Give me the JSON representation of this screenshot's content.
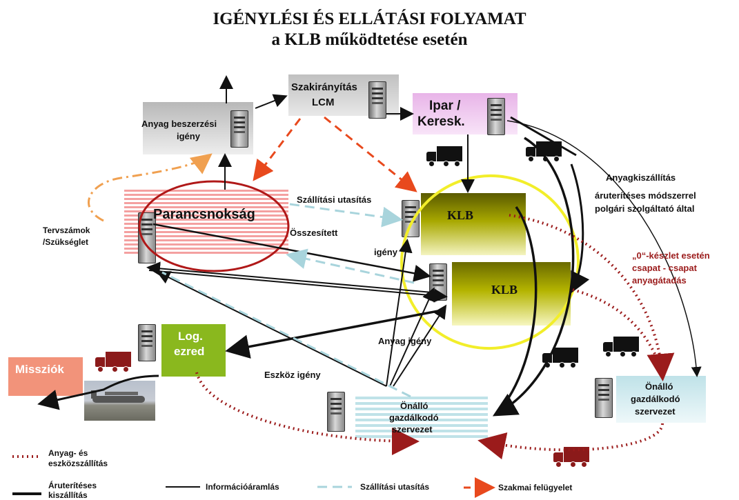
{
  "title": {
    "line1": "IGÉNYLÉSI ÉS ELLÁTÁSI FOLYAMAT",
    "line2": "a KLB működtetése esetén"
  },
  "nodes": {
    "szakiranyitas": {
      "line1": "Szakirányítás",
      "line2": "LCM"
    },
    "anyag_beszerzesi": {
      "line1": "Anyag beszerzési",
      "line2": "igény"
    },
    "ipar": {
      "line1": "Ipar /",
      "line2": "Keresk."
    },
    "parancsnoksag": "Parancsnokság",
    "klb1": "KLB",
    "klb2": "KLB",
    "log_ezred": {
      "line1": "Log.",
      "line2": "ezred"
    },
    "missziok": "Missziók",
    "onallo_center": {
      "line1": "Önálló",
      "line2": "gazdálkodó",
      "line3": "szervezet"
    },
    "onallo_right": {
      "line1": "Önálló",
      "line2": "gazdálkodó",
      "line3": "szervezet"
    }
  },
  "labels": {
    "tervszamok": {
      "line1": "Tervszámok",
      "line2": "/Szükséglet"
    },
    "szallitasi_utasitas": "Szállítási  utasítás",
    "osszesitett": "Összesített",
    "igeny": "igény",
    "anyag_igeny": "Anyag  igény",
    "eszkoz_igeny": "Eszköz  igény",
    "anyagkiszallitas": "Anyagkiszállítás",
    "aruteriteses": {
      "line1": "áruterítéses  módszerrel",
      "line2": "polgári  szolgáltató   által"
    },
    "keszlet": {
      "line1": "„0“-készlet  esetén",
      "line2": "csapat  -  csapat",
      "line3": "anyagátadás"
    }
  },
  "legend": {
    "anyag_es_eszkoz": {
      "line1": "Anyag- és",
      "line2": "eszközszállítás"
    },
    "aruteriteses_kiszallitas": {
      "line1": "Áruterítéses",
      "line2": "kiszállítás"
    },
    "informacioaramlas": "Információáramlás",
    "szallitasi_utasitas": "Szállítási utasítás",
    "szakmai_felugyelet": "Szakmai felügyelet"
  },
  "colors": {
    "dark_red": "#9b1b1b",
    "orange": "#e8491d",
    "light_orange": "#f0a050",
    "dashed_blue": "#a8d4dc",
    "yellow": "#f2ee2a",
    "log_green": "#8ab81e",
    "missziok": "#f2937a",
    "ipar_pink": "#f2c8f2"
  }
}
